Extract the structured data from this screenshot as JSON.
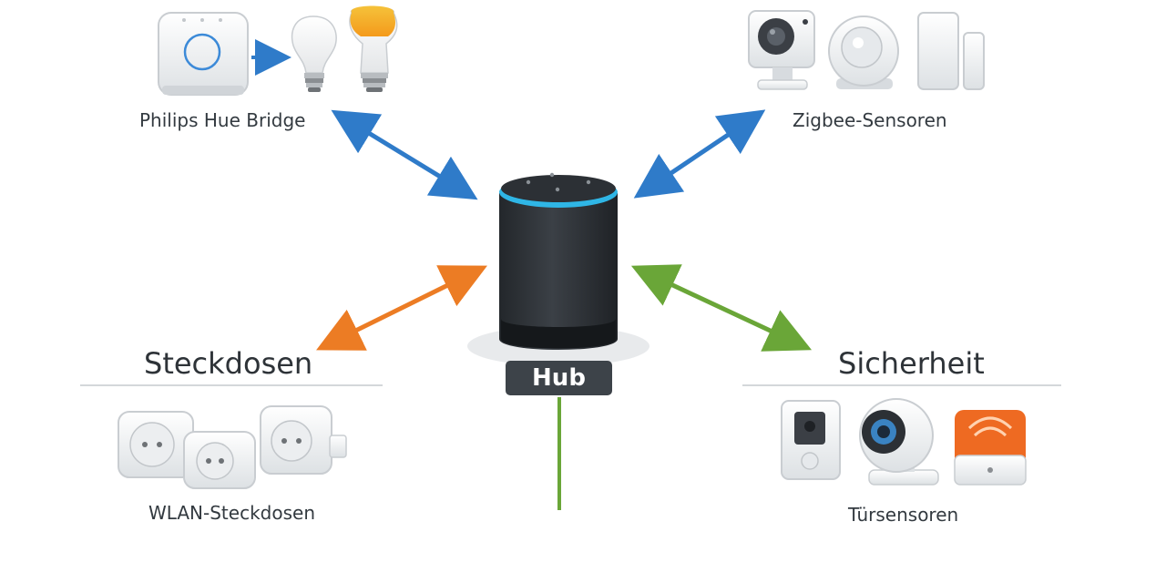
{
  "nodes": {
    "hue": {
      "label": "Philips Hue Bridge"
    },
    "zigbee": {
      "label": "Zigbee-Sensoren"
    },
    "plugs": {
      "heading": "Steckdosen",
      "label": "WLAN-Steckdosen"
    },
    "security": {
      "heading": "Sicherheit",
      "label": "Türsensoren"
    },
    "hub": {
      "label": "Hub"
    }
  },
  "colors": {
    "blue_arrow": "#2f7bc9",
    "orange_arrow": "#ec7c24",
    "green_arrow": "#6aa638",
    "hub_badge": "#3d4349",
    "hub_ring": "#2fb6e6",
    "bulb_warm": "#f8a623",
    "siren_orange": "#ee6a22"
  }
}
